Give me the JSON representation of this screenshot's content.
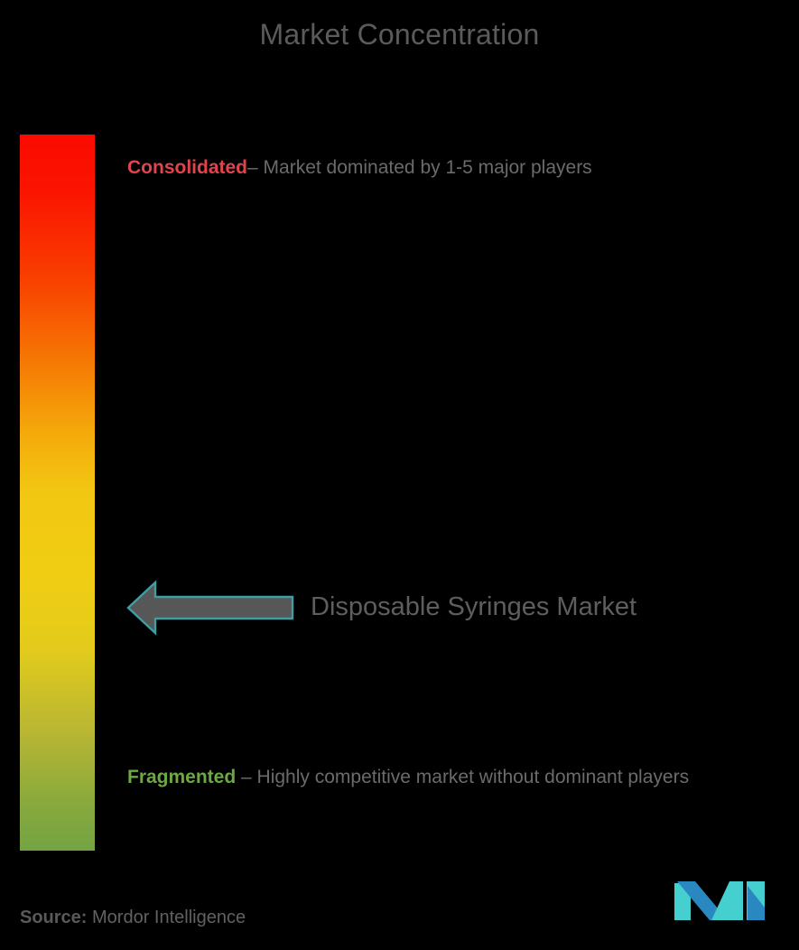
{
  "title": "Market Concentration",
  "scale": {
    "name": "market-concentration-scale",
    "top_color": "#FB0A00",
    "mid_color": "#F2C712",
    "bottom_color": "#74A343",
    "top_label": "Consolidated",
    "bottom_label": "Fragmented"
  },
  "legend": {
    "consolidated": {
      "keyword": "Consolidated",
      "description": "– Market dominated by 1-5 major players",
      "color": "#E0444C"
    },
    "fragmented": {
      "keyword": "Fragmented",
      "description": " – Highly competitive market without dominant players",
      "color": "#6CA944"
    }
  },
  "marker": {
    "label": "Disposable Syringes Market",
    "direction": "left",
    "fill_color": "#575757",
    "border_color": "#3D9EA5"
  },
  "footer": {
    "source_label": "Source:",
    "source_value": " Mordor Intelligence",
    "logo_alt": "MI",
    "logo_teal": "#45CFCF",
    "logo_blue": "#2988BF"
  }
}
